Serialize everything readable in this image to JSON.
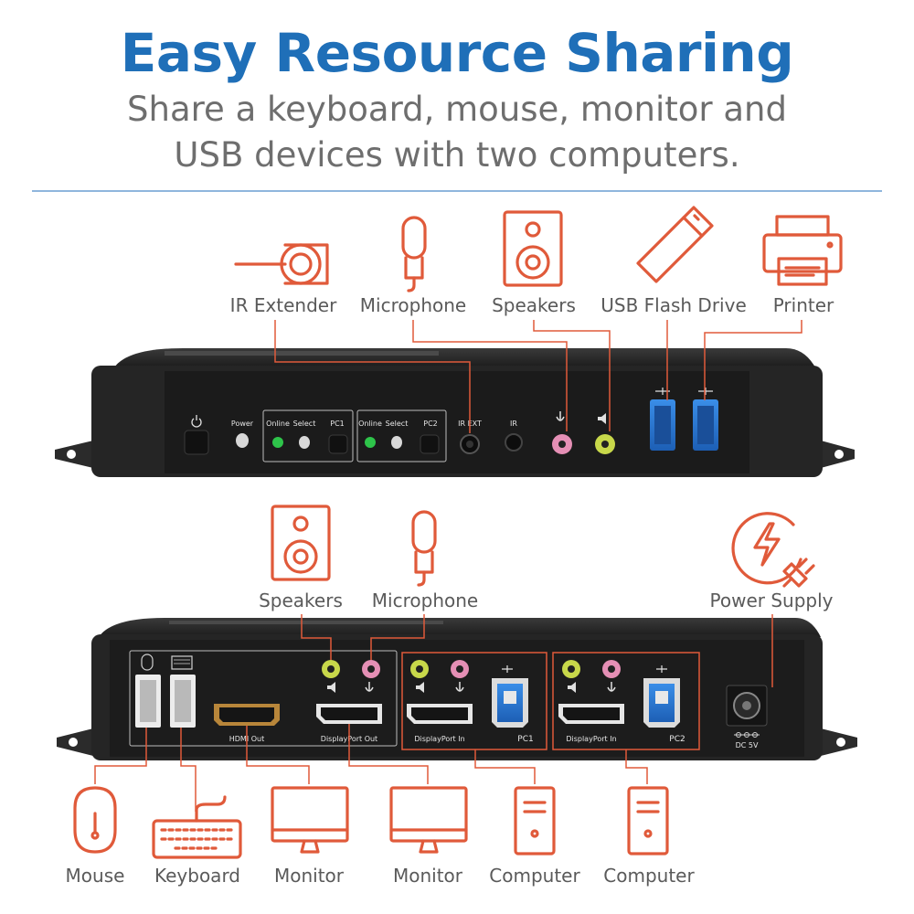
{
  "header": {
    "title": "Easy Resource Sharing",
    "subtitle_line1": "Share a keyboard, mouse, monitor and",
    "subtitle_line2": "USB devices with two computers."
  },
  "colors": {
    "title_blue": "#1f6fb8",
    "icon_orange": "#e05a3a",
    "device_body": "#2b2b2b",
    "label_gray": "#5a5a5a"
  },
  "front": {
    "labels": {
      "ir_extender": "IR Extender",
      "microphone": "Microphone",
      "speakers": "Speakers",
      "usb_flash_drive": "USB Flash Drive",
      "printer": "Printer"
    },
    "panel": {
      "power": "Power",
      "online1": "Online",
      "select1": "Select",
      "pc1": "PC1",
      "online2": "Online",
      "select2": "Select",
      "pc2": "PC2",
      "ir_ext": "IR EXT",
      "ir": "IR"
    }
  },
  "back": {
    "labels": {
      "speakers": "Speakers",
      "microphone": "Microphone",
      "power_supply": "Power Supply",
      "mouse": "Mouse",
      "keyboard": "Keyboard",
      "monitor1": "Monitor",
      "monitor2": "Monitor",
      "computer1": "Computer",
      "computer2": "Computer"
    },
    "panel": {
      "hdmi_out": "HDMI Out",
      "displayport_out": "DisplayPort Out",
      "displayport_in1": "DisplayPort In",
      "pc1": "PC1",
      "displayport_in2": "DisplayPort In",
      "pc2": "PC2",
      "dc5v": "DC 5V"
    }
  },
  "icons": [
    "ir-extender-icon",
    "microphone-icon",
    "speaker-icon",
    "usb-flash-drive-icon",
    "printer-icon",
    "power-supply-icon",
    "mouse-icon",
    "keyboard-icon",
    "monitor-icon",
    "computer-icon"
  ]
}
